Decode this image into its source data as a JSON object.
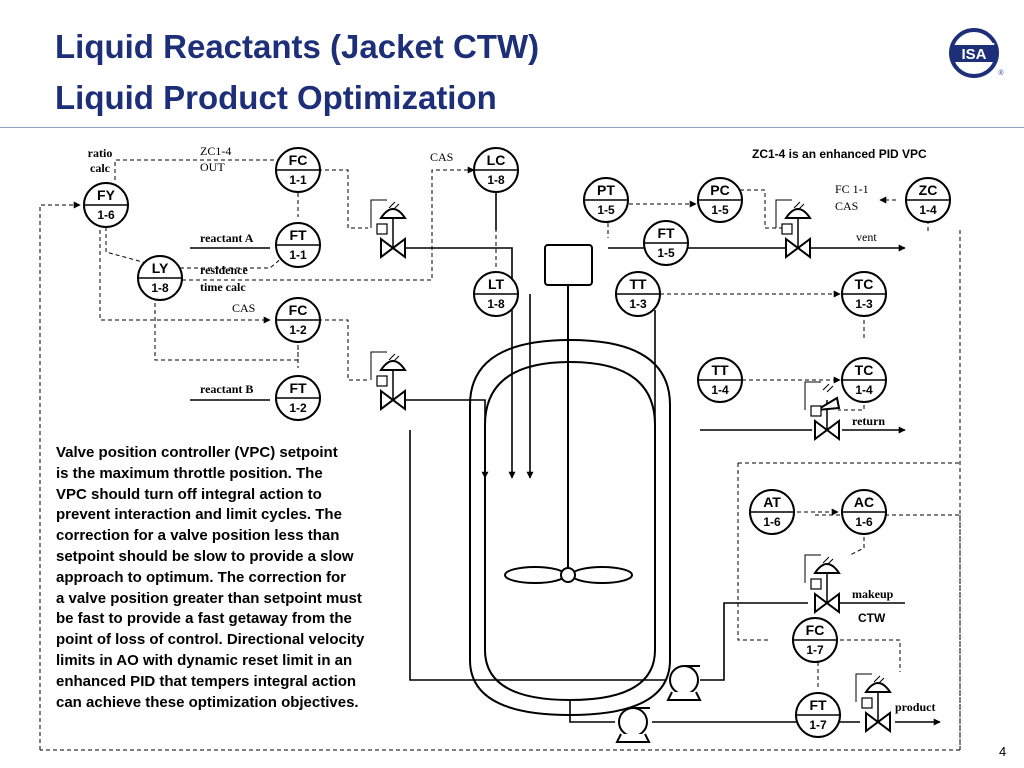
{
  "title": {
    "line1": "Liquid Reactants (Jacket CTW)",
    "line2": "Liquid Product Optimization"
  },
  "logo": {
    "text": "ISA",
    "mark": "®"
  },
  "page_number": "4",
  "note_lines": [
    "Valve position controller (VPC) setpoint",
    "is the maximum throttle position. The",
    "VPC should turn off integral action to",
    "prevent interaction and limit cycles. The",
    "correction for a valve position less than",
    "setpoint should be slow to provide a slow",
    "approach to optimum. The correction for",
    "a valve position greater than setpoint must",
    "be fast to provide a fast getaway from the",
    "point of loss of control. Directional velocity",
    "limits in AO with dynamic reset limit in an",
    "enhanced PID that tempers integral action",
    "can achieve these optimization objectives."
  ],
  "instruments": {
    "fy16": {
      "tag": "FY",
      "num": "1-6"
    },
    "ly18": {
      "tag": "LY",
      "num": "1-8"
    },
    "fc11": {
      "tag": "FC",
      "num": "1-1"
    },
    "ft11": {
      "tag": "FT",
      "num": "1-1"
    },
    "fc12": {
      "tag": "FC",
      "num": "1-2"
    },
    "ft12": {
      "tag": "FT",
      "num": "1-2"
    },
    "lc18": {
      "tag": "LC",
      "num": "1-8"
    },
    "lt18": {
      "tag": "LT",
      "num": "1-8"
    },
    "pt15": {
      "tag": "PT",
      "num": "1-5"
    },
    "pc15": {
      "tag": "PC",
      "num": "1-5"
    },
    "ft15": {
      "tag": "FT",
      "num": "1-5"
    },
    "zc14": {
      "tag": "ZC",
      "num": "1-4"
    },
    "tt13": {
      "tag": "TT",
      "num": "1-3"
    },
    "tc13": {
      "tag": "TC",
      "num": "1-3"
    },
    "tt14": {
      "tag": "TT",
      "num": "1-4"
    },
    "tc14": {
      "tag": "TC",
      "num": "1-4"
    },
    "at16": {
      "tag": "AT",
      "num": "1-6"
    },
    "ac16": {
      "tag": "AC",
      "num": "1-6"
    },
    "fc17": {
      "tag": "FC",
      "num": "1-7"
    },
    "ft17": {
      "tag": "FT",
      "num": "1-7"
    }
  },
  "labels": {
    "ratio": "ratio",
    "calc": "calc",
    "zc14_out_1": "ZC1-4",
    "zc14_out_2": "OUT",
    "cas_lc": "CAS",
    "reactant_a": "reactant A",
    "residence": "residence",
    "time_calc": "time calc",
    "cas_fc12": "CAS",
    "reactant_b": "reactant B",
    "vpc_note": "ZC1-4 is an enhanced PID VPC",
    "fc11_cas_1": "FC 1-1",
    "fc11_cas_2": "CAS",
    "vent": "vent",
    "return": "return",
    "makeup": "makeup",
    "ctw": "CTW",
    "product": "product"
  }
}
